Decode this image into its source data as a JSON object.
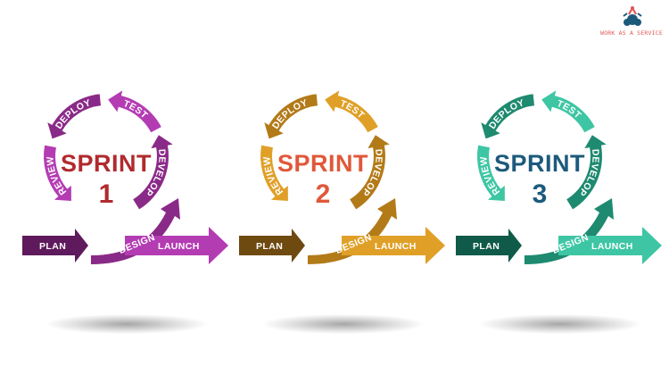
{
  "logo": {
    "text": "WORK AS A SERVICE",
    "color": "#e0585a"
  },
  "stage_labels": {
    "plan": "PLAN",
    "design": "DESIGN",
    "launch": "LAUNCH",
    "review": "REVIEW",
    "deploy": "DEPLOY",
    "test": "TEST",
    "develop": "DEVELOP"
  },
  "sprints": [
    {
      "title": "SPRINT",
      "number": "1",
      "colors": {
        "dark": "#5e1a5c",
        "main": "#8a2a88",
        "light": "#b43cb3",
        "text": "#b12a2e"
      }
    },
    {
      "title": "SPRINT",
      "number": "2",
      "colors": {
        "dark": "#6e4a10",
        "main": "#b37a18",
        "light": "#e0a028",
        "text": "#e0583a"
      }
    },
    {
      "title": "SPRINT",
      "number": "3",
      "colors": {
        "dark": "#0f5a48",
        "main": "#1e8a70",
        "light": "#3ec6a4",
        "text": "#1c5a7c"
      }
    }
  ]
}
